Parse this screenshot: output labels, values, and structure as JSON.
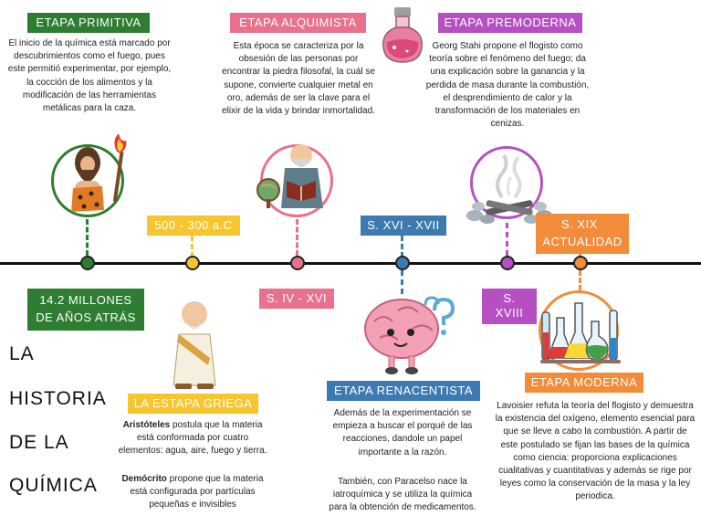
{
  "title_lines": [
    "LA",
    "HISTORIA",
    "DE LA",
    "QUÍMICA"
  ],
  "colors": {
    "primitiva": "#2e7d32",
    "griega": "#f7c62f",
    "alquimista": "#e8718d",
    "renacentista": "#3d7ab0",
    "premoderna": "#b54fc2",
    "moderna": "#f28b3a"
  },
  "stages": {
    "primitiva": {
      "title": "ETAPA PRIMITIVA",
      "date": "14.2 MILLONES DE AÑOS ATRÁS",
      "text": "El inicio de la química está marcado por descubrimientos como el fuego, pues este permitió experimentar, por ejemplo, la cocción de los alimentos y la modificación de las herramientas metálicas para la caza."
    },
    "griega": {
      "title": "LA ESTAPA GRIEGA",
      "date": "500 - 300 a.C",
      "p1_name": "Aristóteles",
      "p1_text": " postula que la materia está conformada por cuatro elementos: agua, aire, fuego y tierra.",
      "p2_name": "Demócrito",
      "p2_text": " propone que la materia está configurada por partículas pequeñas e invisibles"
    },
    "alquimista": {
      "title": "ETAPA ALQUIMISTA",
      "date": "S. IV - XVI",
      "text": "Esta época se caracteriza por la obsesión de las personas por encontrar la piedra filosofal, la cuál se supone, convierte cualquier metal en oro, además de ser la clave para el elixir de la vida y brindar inmortalidad."
    },
    "renacentista": {
      "title": "ETAPA RENACENTISTA",
      "date": "S. XVI - XVII",
      "text1": "Además de la experimentación se empieza a buscar el porqué de las reacciones, dandole un papel importante a la razón.",
      "text2": "También, con Paracelso nace la iatroquímica y se utiliza la química para la obtención de medicamentos."
    },
    "premoderna": {
      "title": "ETAPA PREMODERNA",
      "date": "S. XVIII",
      "text": "Georg Stahi propone el flogisto como teoría sobre el fenómeno del fuego; da una explicación sobre la ganancia y la perdida de masa durante la combustión, el desprendimiento de calor y la transformación de los materiales en cenizas."
    },
    "moderna": {
      "title": "ETAPA MODERNA",
      "date_line1": "S. XIX",
      "date_line2": "ACTUALIDAD",
      "text": "Lavoisier refuta la teoría del flogisto y demuestra la existencia del oxígeno, elemento esencial para que se lleve a cabo la combustión. A partir de este postulado se fijan las bases de la química como ciencia: proporciona explicaciones cualitativas y cuantitativas y además se rige por leyes como la conservación de la masa y la ley periodica."
    }
  },
  "icons": [
    "caveman-icon",
    "greek-philosopher-icon",
    "alchemist-icon",
    "potion-flask-icon",
    "brain-icon",
    "campfire-ashes-icon",
    "lab-flasks-icon"
  ]
}
